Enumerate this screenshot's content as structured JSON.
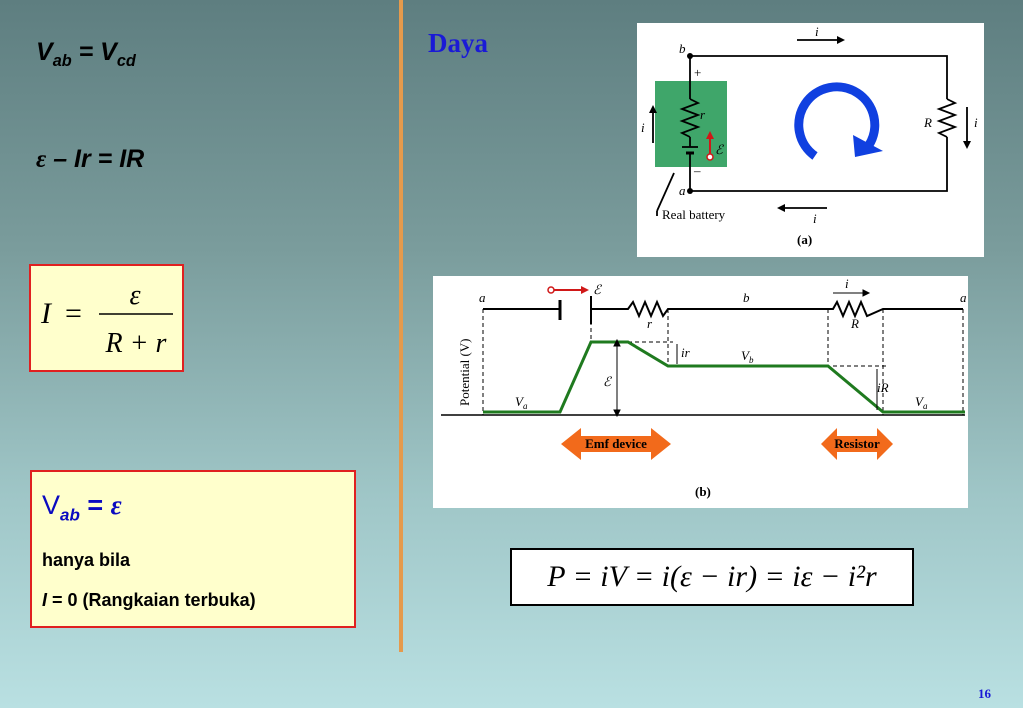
{
  "left": {
    "eq1": {
      "V": "V",
      "sub1": "ab",
      "eq": " = V",
      "sub2": "cd"
    },
    "eq2": {
      "eps": "ε",
      "rest": " – Ir = IR"
    },
    "box1": {
      "lhs": "I",
      "equals": "=",
      "numerator": "ε",
      "denominator": "R + r"
    },
    "box2": {
      "V": "V",
      "sub": "ab",
      "eq": " = ",
      "eps": "ε",
      "line1": "hanya bila",
      "line2_italic": "I",
      "line2": " = 0   (Rangkaian terbuka)"
    }
  },
  "right": {
    "title": "Daya",
    "circuit_a": {
      "label_b": "b",
      "label_a": "a",
      "plus": "+",
      "minus": "–",
      "r": "r",
      "emf": "ℰ",
      "R": "R",
      "i": "i",
      "battery_label": "Real battery",
      "caption": "(a)"
    },
    "graph_b": {
      "a_left": "a",
      "emf": "ℰ",
      "r": "r",
      "b": "b",
      "i": "i",
      "R": "R",
      "a_right": "a",
      "ylabel": "Potential (V)",
      "ir": "ir",
      "Vb": "V",
      "Vb_sub": "b",
      "emf_drop": "ℰ",
      "iR": "iR",
      "Va_left": "V",
      "Va_right": "V",
      "Va_sub": "a",
      "emf_device": "Emf device",
      "resistor": "Resistor",
      "caption": "(b)"
    },
    "formula": "P = iV = i(ε − ir) = iε − i²r"
  },
  "page_number": "16",
  "colors": {
    "accent_orange": "#e59a4c",
    "title_blue": "#1a1ad6",
    "box_border": "#e02020",
    "box_fill": "#ffffcc",
    "battery_green": "#3fa66a",
    "graph_green": "#1f7a1f",
    "arrow_blue": "#1040e0",
    "label_orange": "#f26a1b"
  }
}
